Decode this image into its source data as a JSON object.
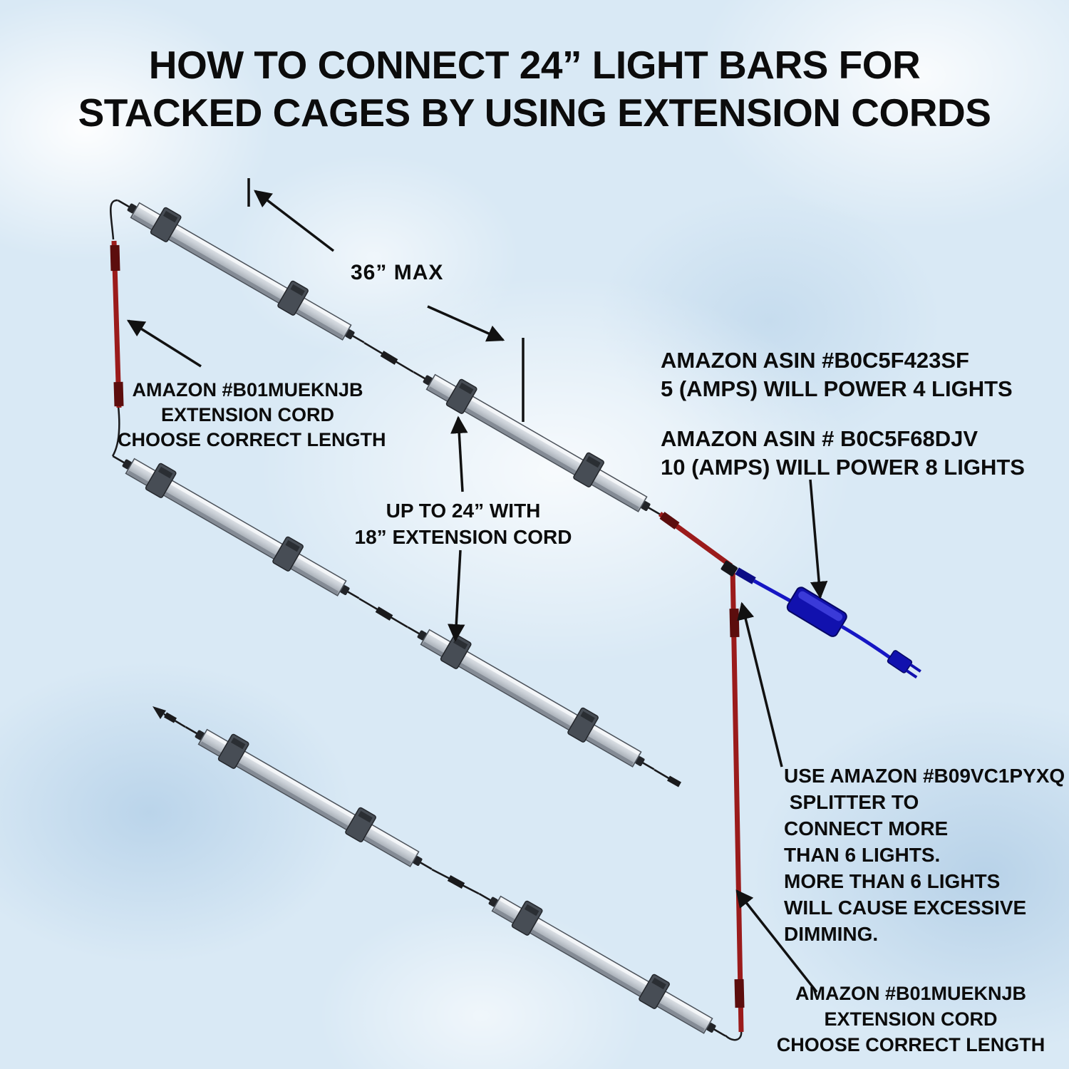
{
  "title": {
    "line1": "HOW TO CONNECT 24” LIGHT BARS FOR",
    "line2": "STACKED CAGES BY USING EXTENSION CORDS"
  },
  "annotations": {
    "max_span": "36” MAX",
    "left_extension": {
      "lines": [
        "AMAZON #B01MUEKNJB",
        "EXTENSION CORD",
        "CHOOSE CORRECT LENGTH"
      ]
    },
    "mid_extension": {
      "lines": [
        "UP TO 24” WITH",
        "18” EXTENSION CORD"
      ]
    },
    "power_4": {
      "lines": [
        "AMAZON ASIN #B0C5F423SF",
        "5 (AMPS) WILL POWER 4 LIGHTS"
      ]
    },
    "power_8": {
      "lines": [
        "AMAZON ASIN # B0C5F68DJV",
        "10 (AMPS) WILL POWER 8 LIGHTS"
      ]
    },
    "splitter": {
      "lines": [
        "USE AMAZON #B09VC1PYXQ",
        " SPLITTER TO",
        "CONNECT MORE",
        "THAN 6 LIGHTS.",
        "MORE THAN 6 LIGHTS",
        "WILL CAUSE EXCESSIVE",
        "DIMMING."
      ]
    },
    "right_extension": {
      "lines": [
        "AMAZON #B01MUEKNJB",
        "EXTENSION CORD",
        "CHOOSE CORRECT LENGTH"
      ]
    }
  },
  "colors": {
    "background": "#d9e9f5",
    "text": "#0c0c0c",
    "cord_red": "#9b1b1b",
    "cord_red_dark": "#5c0d0d",
    "power_blue": "#1111ae",
    "bar_gray": "#c9cfd6"
  }
}
